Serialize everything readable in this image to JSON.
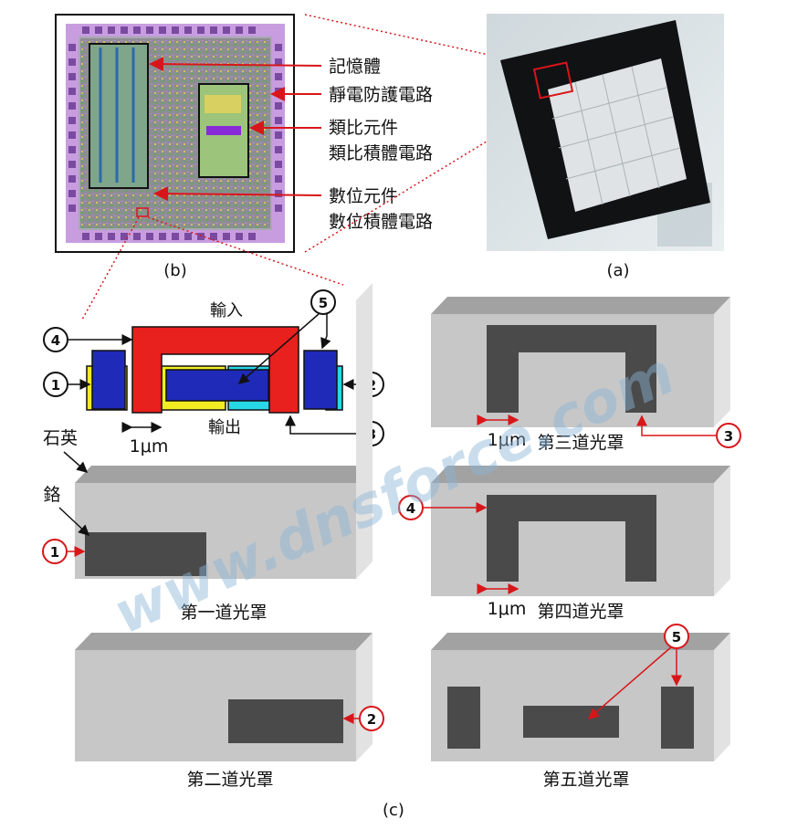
{
  "panel_b": {
    "caption": "(b)",
    "labels": [
      "記憶體",
      "靜電防護電路",
      "類比元件",
      "類比積體電路",
      "數位元件",
      "數位積體電路"
    ]
  },
  "panel_a": {
    "caption": "(a)"
  },
  "panel_c": {
    "caption": "(c)",
    "top_label": "輸入",
    "bottom_label": "輸出",
    "scale_label": "1μm",
    "quartz_label": "石英",
    "chrome_label": "鉻",
    "callouts": [
      "1",
      "2",
      "3",
      "4",
      "5"
    ],
    "masks": [
      {
        "title": "第一道光罩",
        "marker": "1"
      },
      {
        "title": "第二道光罩",
        "marker": "2"
      },
      {
        "title": "第三道光罩",
        "marker": "3",
        "scale": "1μm"
      },
      {
        "title": "第四道光罩",
        "marker": "4",
        "scale": "1μm"
      },
      {
        "title": "第五道光罩",
        "marker": "5"
      }
    ]
  },
  "watermark": "www.dnsforce.com",
  "colors": {
    "red": "#e8201e",
    "blue": "#1f2bb8",
    "yellow": "#f4ec23",
    "cyan": "#27d8e6",
    "mask_gray": "#c7c7c7",
    "mask_top": "#a2a2a2",
    "mask_side": "#e2e2e2",
    "chrome": "#4a4a4a",
    "arrow_red": "#d8161a"
  }
}
